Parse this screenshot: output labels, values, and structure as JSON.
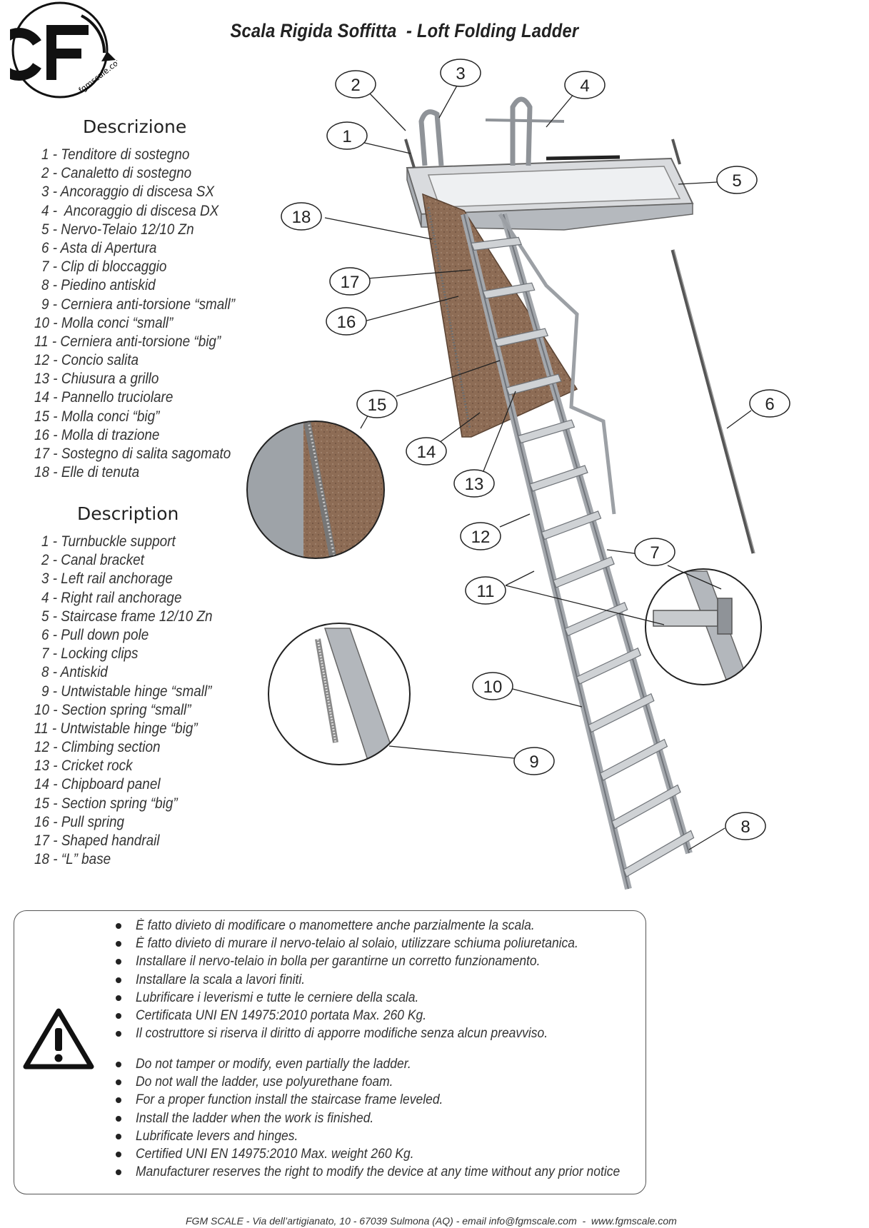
{
  "header": {
    "title": "Scala Rigida Soffitta  - Loft Folding Ladder",
    "logo_text": "fgmscale.com"
  },
  "descrizione": {
    "heading": "Descrizione",
    "items": [
      "1 - Tenditore di sostegno",
      "2 - Canaletto di sostegno",
      "3 - Ancoraggio di discesa SX",
      "4 -  Ancoraggio di discesa DX",
      "5 - Nervo-Telaio 12/10 Zn",
      "6 - Asta di Apertura",
      "7 - Clip di bloccaggio",
      "8 - Piedino antiskid",
      "9 - Cerniera anti-torsione “small”",
      "10 - Molla conci “small”",
      "11 - Cerniera anti-torsione “big”",
      "12 - Concio salita",
      "13 - Chiusura a grillo",
      "14 - Pannello truciolare",
      "15 - Molla conci “big”",
      "16 - Molla di trazione",
      "17 - Sostegno di salita sagomato",
      "18 - Elle di tenuta"
    ]
  },
  "description": {
    "heading": "Description",
    "items": [
      "1 - Turnbuckle support",
      "2 - Canal bracket",
      "3 - Left rail anchorage",
      "4 - Right rail anchorage",
      "5 - Staircase frame 12/10 Zn",
      "6 - Pull down pole",
      "7 - Locking clips",
      "8 - Antiskid",
      "9 - Untwistable hinge “small”",
      "10 - Section spring “small”",
      "11 - Untwistable hinge “big”",
      "12 - Climbing section",
      "13 - Cricket rock",
      "14 - Chipboard panel",
      "15 - Section spring “big”",
      "16 - Pull spring",
      "17 - Shaped handrail",
      "18 - “L” base"
    ]
  },
  "callouts": [
    "1",
    "2",
    "3",
    "4",
    "5",
    "6",
    "7",
    "8",
    "9",
    "10",
    "11",
    "12",
    "13",
    "14",
    "15",
    "16",
    "17",
    "18"
  ],
  "warnings_it": [
    "È fatto divieto di modificare o manomettere anche parzialmente la scala.",
    "È fatto divieto di murare il nervo-telaio al solaio, utilizzare schiuma poliuretanica.",
    "Installare il nervo-telaio in bolla per garantirne un corretto funzionamento.",
    "Installare la scala a lavori finiti.",
    "Lubrificare i leverismi e tutte le cerniere della scala.",
    "Certificata UNI EN 14975:2010 portata Max. 260 Kg.",
    "Il costruttore si riserva il diritto di apporre modifiche senza alcun preavviso."
  ],
  "warnings_en": [
    "Do not tamper or modify, even partially the ladder.",
    "Do not wall the ladder, use polyurethane foam.",
    "For a proper function install the staircase frame leveled.",
    "Install the ladder when the work is finished.",
    "Lubrificate levers and hinges.",
    "Certified UNI EN 14975:2010 Max. weight 260 Kg.",
    "Manufacturer reserves the right to modify the device at any time without any prior notice"
  ],
  "footer": "FGM SCALE - Via dell’artigianato, 10 - 67039 Sulmona (AQ) - email info@fgmscale.com  -  www.fgmscale.com",
  "colors": {
    "ink": "#222222",
    "chipboard": "#8a6a52",
    "metal": "#b9bcc0",
    "metal_dark": "#7d8186"
  }
}
